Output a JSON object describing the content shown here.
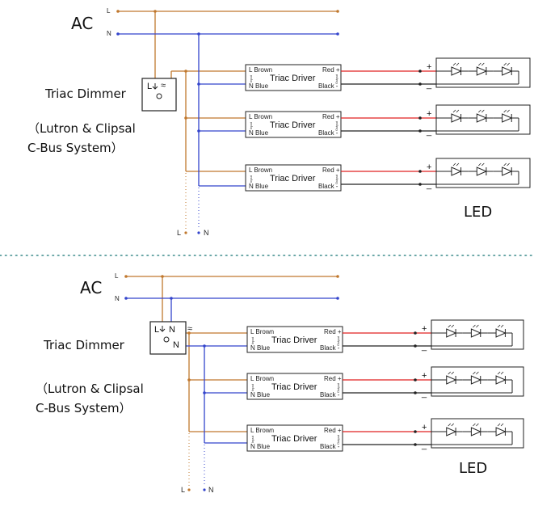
{
  "colors": {
    "live": "#c0782e",
    "neutral": "#3344cc",
    "positive": "#e02020",
    "negative": "#222222",
    "separator": "#3a8a8a"
  },
  "diagram_top": {
    "ac_label": "AC",
    "live_label": "L",
    "neutral_label": "N",
    "dimmer_title": "Triac Dimmer",
    "system_line1": "（Lutron & Clipsal",
    "system_line2": "C-Bus System）",
    "led_label": "LED",
    "bottom_live_label": "L",
    "bottom_neutral_label": "N",
    "dimmer_terminals": "L",
    "drivers": [
      {
        "name": "Triac Driver",
        "in_l": "L Brown",
        "in_n": "N Blue",
        "out_pos": "Red +",
        "out_neg": "Black -",
        "input_tag": "Input",
        "output_tag": "Output",
        "plus": "+",
        "minus": "_"
      },
      {
        "name": "Triac Driver",
        "in_l": "L Brown",
        "in_n": "N Blue",
        "out_pos": "Red +",
        "out_neg": "Black -",
        "input_tag": "Input",
        "output_tag": "Output",
        "plus": "+",
        "minus": "_"
      },
      {
        "name": "Triac Driver",
        "in_l": "L Brown",
        "in_n": "N Blue",
        "out_pos": "Red +",
        "out_neg": "Black -",
        "input_tag": "Input",
        "output_tag": "Output",
        "plus": "+",
        "minus": "_"
      }
    ]
  },
  "diagram_bottom": {
    "ac_label": "AC",
    "live_label": "L",
    "neutral_label": "N",
    "dimmer_title": "Triac Dimmer",
    "system_line1": "（Lutron & Clipsal",
    "system_line2": "C-Bus System）",
    "led_label": "LED",
    "bottom_live_label": "L",
    "bottom_neutral_label": "N",
    "dimmer_terminals": "L",
    "dimmer_terminal_n": "N",
    "dimmer_terminal_n2": "N",
    "drivers": [
      {
        "name": "Triac Driver",
        "in_l": "L Brown",
        "in_n": "N Blue",
        "out_pos": "Red +",
        "out_neg": "Black -",
        "input_tag": "Input",
        "output_tag": "Output",
        "plus": "+",
        "minus": "_"
      },
      {
        "name": "Triac Driver",
        "in_l": "L Brown",
        "in_n": "N Blue",
        "out_pos": "Red +",
        "out_neg": "Black -",
        "input_tag": "Input",
        "output_tag": "Output",
        "plus": "+",
        "minus": "_"
      },
      {
        "name": "Triac Driver",
        "in_l": "L Brown",
        "in_n": "N Blue",
        "out_pos": "Red +",
        "out_neg": "Black -",
        "input_tag": "Input",
        "output_tag": "Output",
        "plus": "+",
        "minus": "_"
      }
    ]
  }
}
